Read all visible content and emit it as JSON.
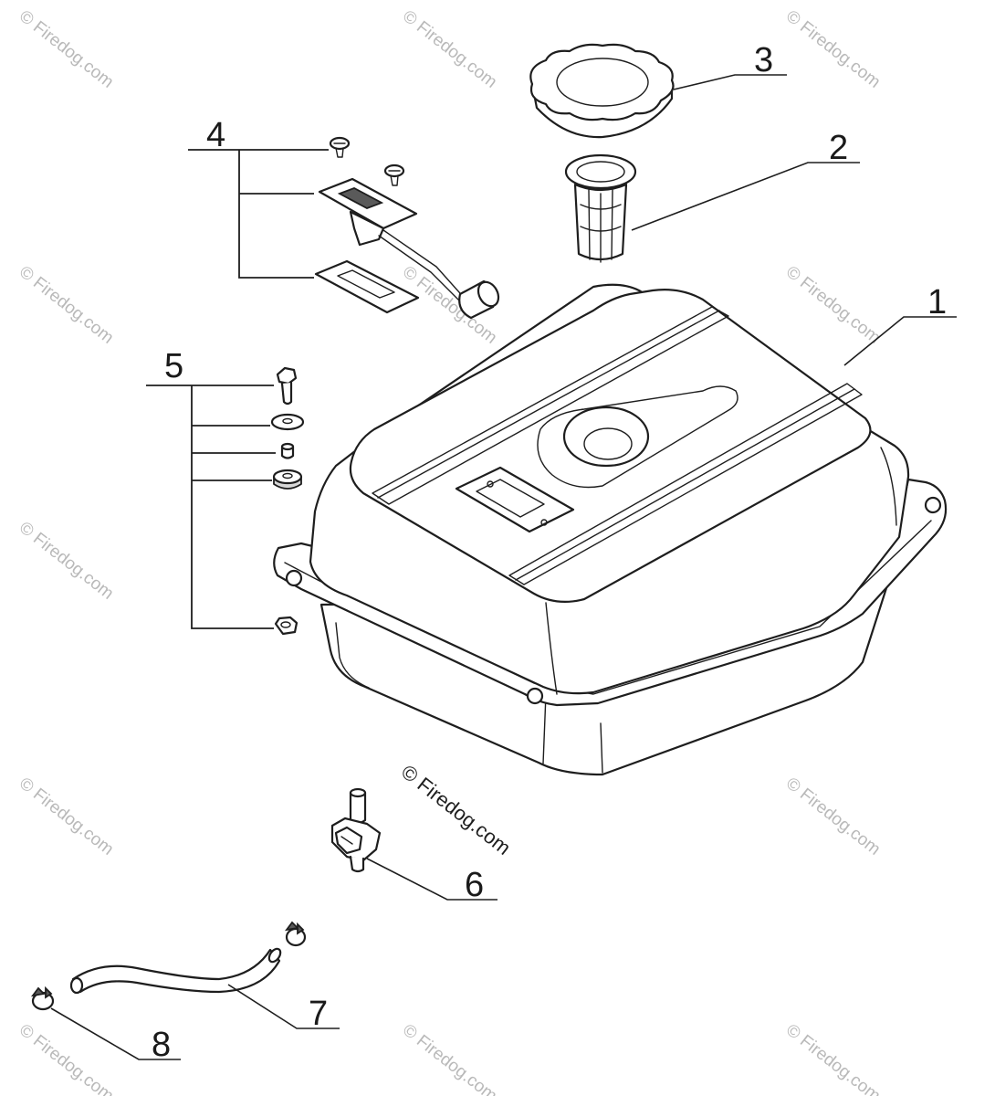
{
  "callouts": [
    {
      "id": "1",
      "label": "1"
    },
    {
      "id": "2",
      "label": "2"
    },
    {
      "id": "3",
      "label": "3"
    },
    {
      "id": "4",
      "label": "4"
    },
    {
      "id": "5",
      "label": "5"
    },
    {
      "id": "6",
      "label": "6"
    },
    {
      "id": "7",
      "label": "7"
    },
    {
      "id": "8",
      "label": "8"
    }
  ],
  "watermark": {
    "repeat_text": "© Firedog.com",
    "center_text": "© Firedog.com"
  }
}
